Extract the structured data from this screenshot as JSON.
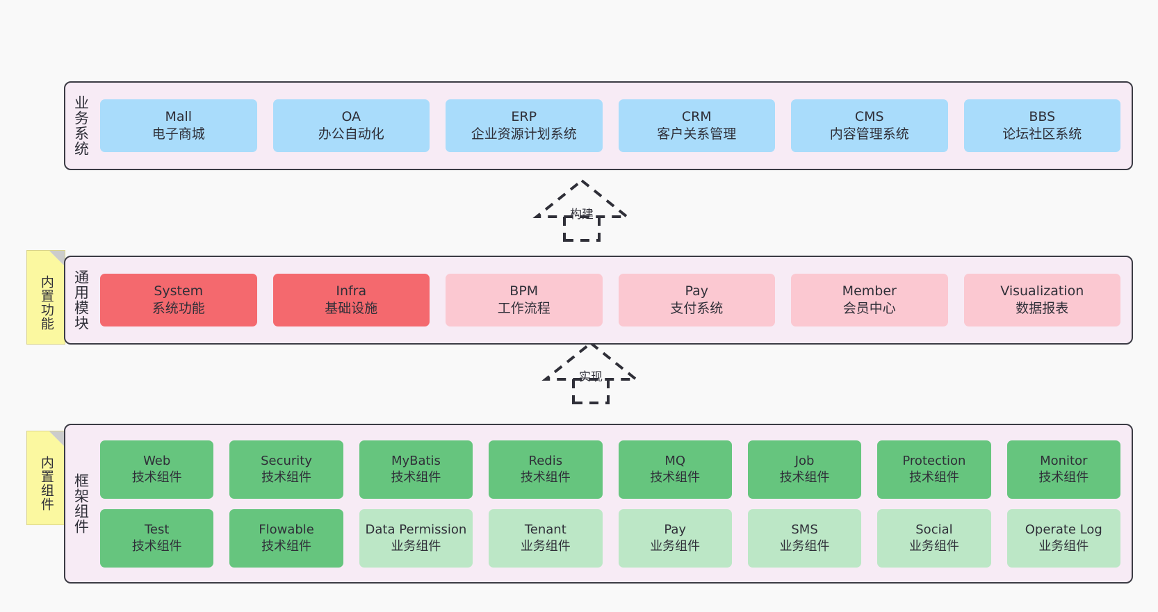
{
  "page": {
    "background_color": "#f9f9f9",
    "layer_fill_color": "#f7ebf5",
    "layer_border_color": "#3b3b44",
    "note_color": "#fbf8a0"
  },
  "notes": [
    {
      "id": "builtin-function",
      "label": "内置功能"
    },
    {
      "id": "builtin-component",
      "label": "内置组件"
    }
  ],
  "connectors": [
    {
      "id": "build",
      "label": "构建",
      "style": "dashed-generalization"
    },
    {
      "id": "implement",
      "label": "实现",
      "style": "dashed-generalization"
    }
  ],
  "layers": {
    "business": {
      "title": "业务系统",
      "accent": "#a9dcfb",
      "items": [
        {
          "name": "Mall",
          "desc": "电子商城"
        },
        {
          "name": "OA",
          "desc": "办公自动化"
        },
        {
          "name": "ERP",
          "desc": "企业资源计划系统"
        },
        {
          "name": "CRM",
          "desc": "客户关系管理"
        },
        {
          "name": "CMS",
          "desc": "内容管理系统"
        },
        {
          "name": "BBS",
          "desc": "论坛社区系统"
        }
      ]
    },
    "modules": {
      "title": "通用模块",
      "accent_primary": "#f4696e",
      "accent_secondary": "#fbc8d1",
      "items": [
        {
          "name": "System",
          "desc": "系统功能",
          "emphasis": "primary"
        },
        {
          "name": "Infra",
          "desc": "基础设施",
          "emphasis": "primary"
        },
        {
          "name": "BPM",
          "desc": "工作流程",
          "emphasis": "secondary"
        },
        {
          "name": "Pay",
          "desc": "支付系统",
          "emphasis": "secondary"
        },
        {
          "name": "Member",
          "desc": "会员中心",
          "emphasis": "secondary"
        },
        {
          "name": "Visualization",
          "desc": "数据报表",
          "emphasis": "secondary"
        }
      ]
    },
    "framework": {
      "title": "框架组件",
      "accent_primary": "#66c57e",
      "accent_secondary": "#bce7c6",
      "row_one": [
        {
          "name": "Web",
          "desc": "技术组件"
        },
        {
          "name": "Security",
          "desc": "技术组件"
        },
        {
          "name": "MyBatis",
          "desc": "技术组件"
        },
        {
          "name": "Redis",
          "desc": "技术组件"
        },
        {
          "name": "MQ",
          "desc": "技术组件"
        },
        {
          "name": "Job",
          "desc": "技术组件"
        },
        {
          "name": "Protection",
          "desc": "技术组件"
        },
        {
          "name": "Monitor",
          "desc": "技术组件"
        }
      ],
      "row_two": [
        {
          "name": "Test",
          "desc": "技术组件",
          "emphasis": "primary"
        },
        {
          "name": "Flowable",
          "desc": "技术组件",
          "emphasis": "primary"
        },
        {
          "name": "Data Permission",
          "desc": "业务组件",
          "emphasis": "secondary"
        },
        {
          "name": "Tenant",
          "desc": "业务组件",
          "emphasis": "secondary"
        },
        {
          "name": "Pay",
          "desc": "业务组件",
          "emphasis": "secondary"
        },
        {
          "name": "SMS",
          "desc": "业务组件",
          "emphasis": "secondary"
        },
        {
          "name": "Social",
          "desc": "业务组件",
          "emphasis": "secondary"
        },
        {
          "name": "Operate Log",
          "desc": "业务组件",
          "emphasis": "secondary"
        }
      ]
    }
  }
}
